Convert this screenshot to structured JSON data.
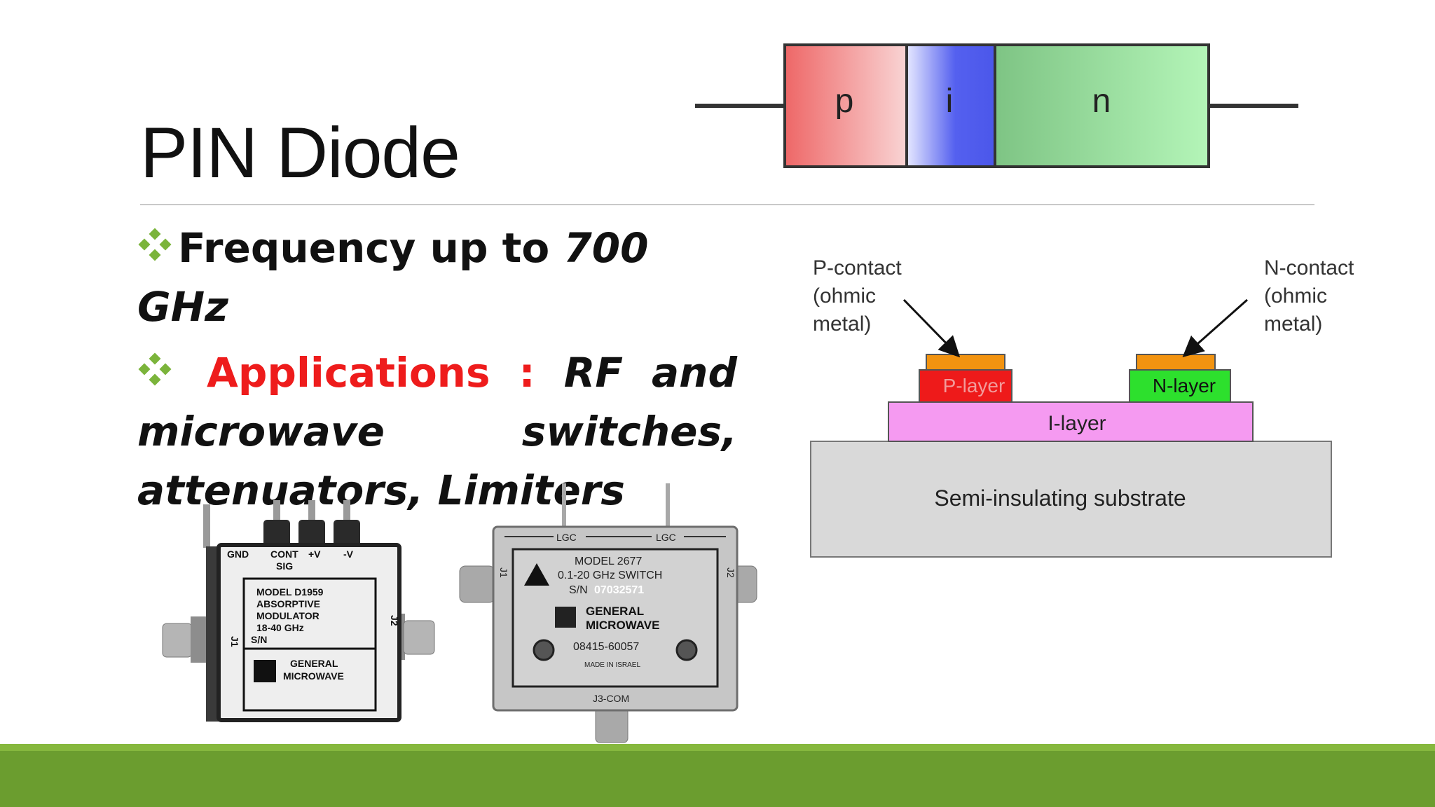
{
  "title": "PIN Diode",
  "bullets": {
    "b1_text": "Frequency up to ",
    "b1_italic": "700 GHz",
    "b2_highlight": "Applications",
    "b2_colon": ":",
    "b2_text": "RF and microwave switches, attenuators, Limiters"
  },
  "pin_strip": {
    "p": "p",
    "i": "i",
    "n": "n"
  },
  "structure": {
    "p_contact": [
      "P-contact",
      "(ohmic",
      "metal)"
    ],
    "n_contact": [
      "N-contact",
      "(ohmic",
      "metal)"
    ],
    "p_layer": "P-layer",
    "n_layer": "N-layer",
    "i_layer": "I-layer",
    "substrate": "Semi-insulating substrate"
  },
  "module1": {
    "pins": [
      "GND",
      "CONT",
      "+V",
      "-V"
    ],
    "pin_sub": "SIG",
    "lines": [
      "MODEL  D1959",
      "ABSORPTIVE",
      "MODULATOR",
      "18-40  GHz",
      "S/N"
    ],
    "brand": [
      "GENERAL",
      "MICROWAVE"
    ],
    "port_left": "J1",
    "port_right": "J2"
  },
  "module2": {
    "logic_left": "LGC",
    "logic_right": "LGC",
    "lines": [
      "MODEL 2677",
      "0.1-20 GHz SWITCH",
      "S/N"
    ],
    "serial": "07032571",
    "brand": [
      "GENERAL",
      "MICROWAVE"
    ],
    "part": "08415-60057",
    "origin": "MADE IN ISRAEL",
    "port_bottom": "J3-COM",
    "port_left": "J1",
    "port_right": "J2"
  },
  "colors": {
    "accent_green": "#6b9d2f",
    "highlight_red": "#ee1c1c",
    "bullet_green": "#7bb43b"
  }
}
